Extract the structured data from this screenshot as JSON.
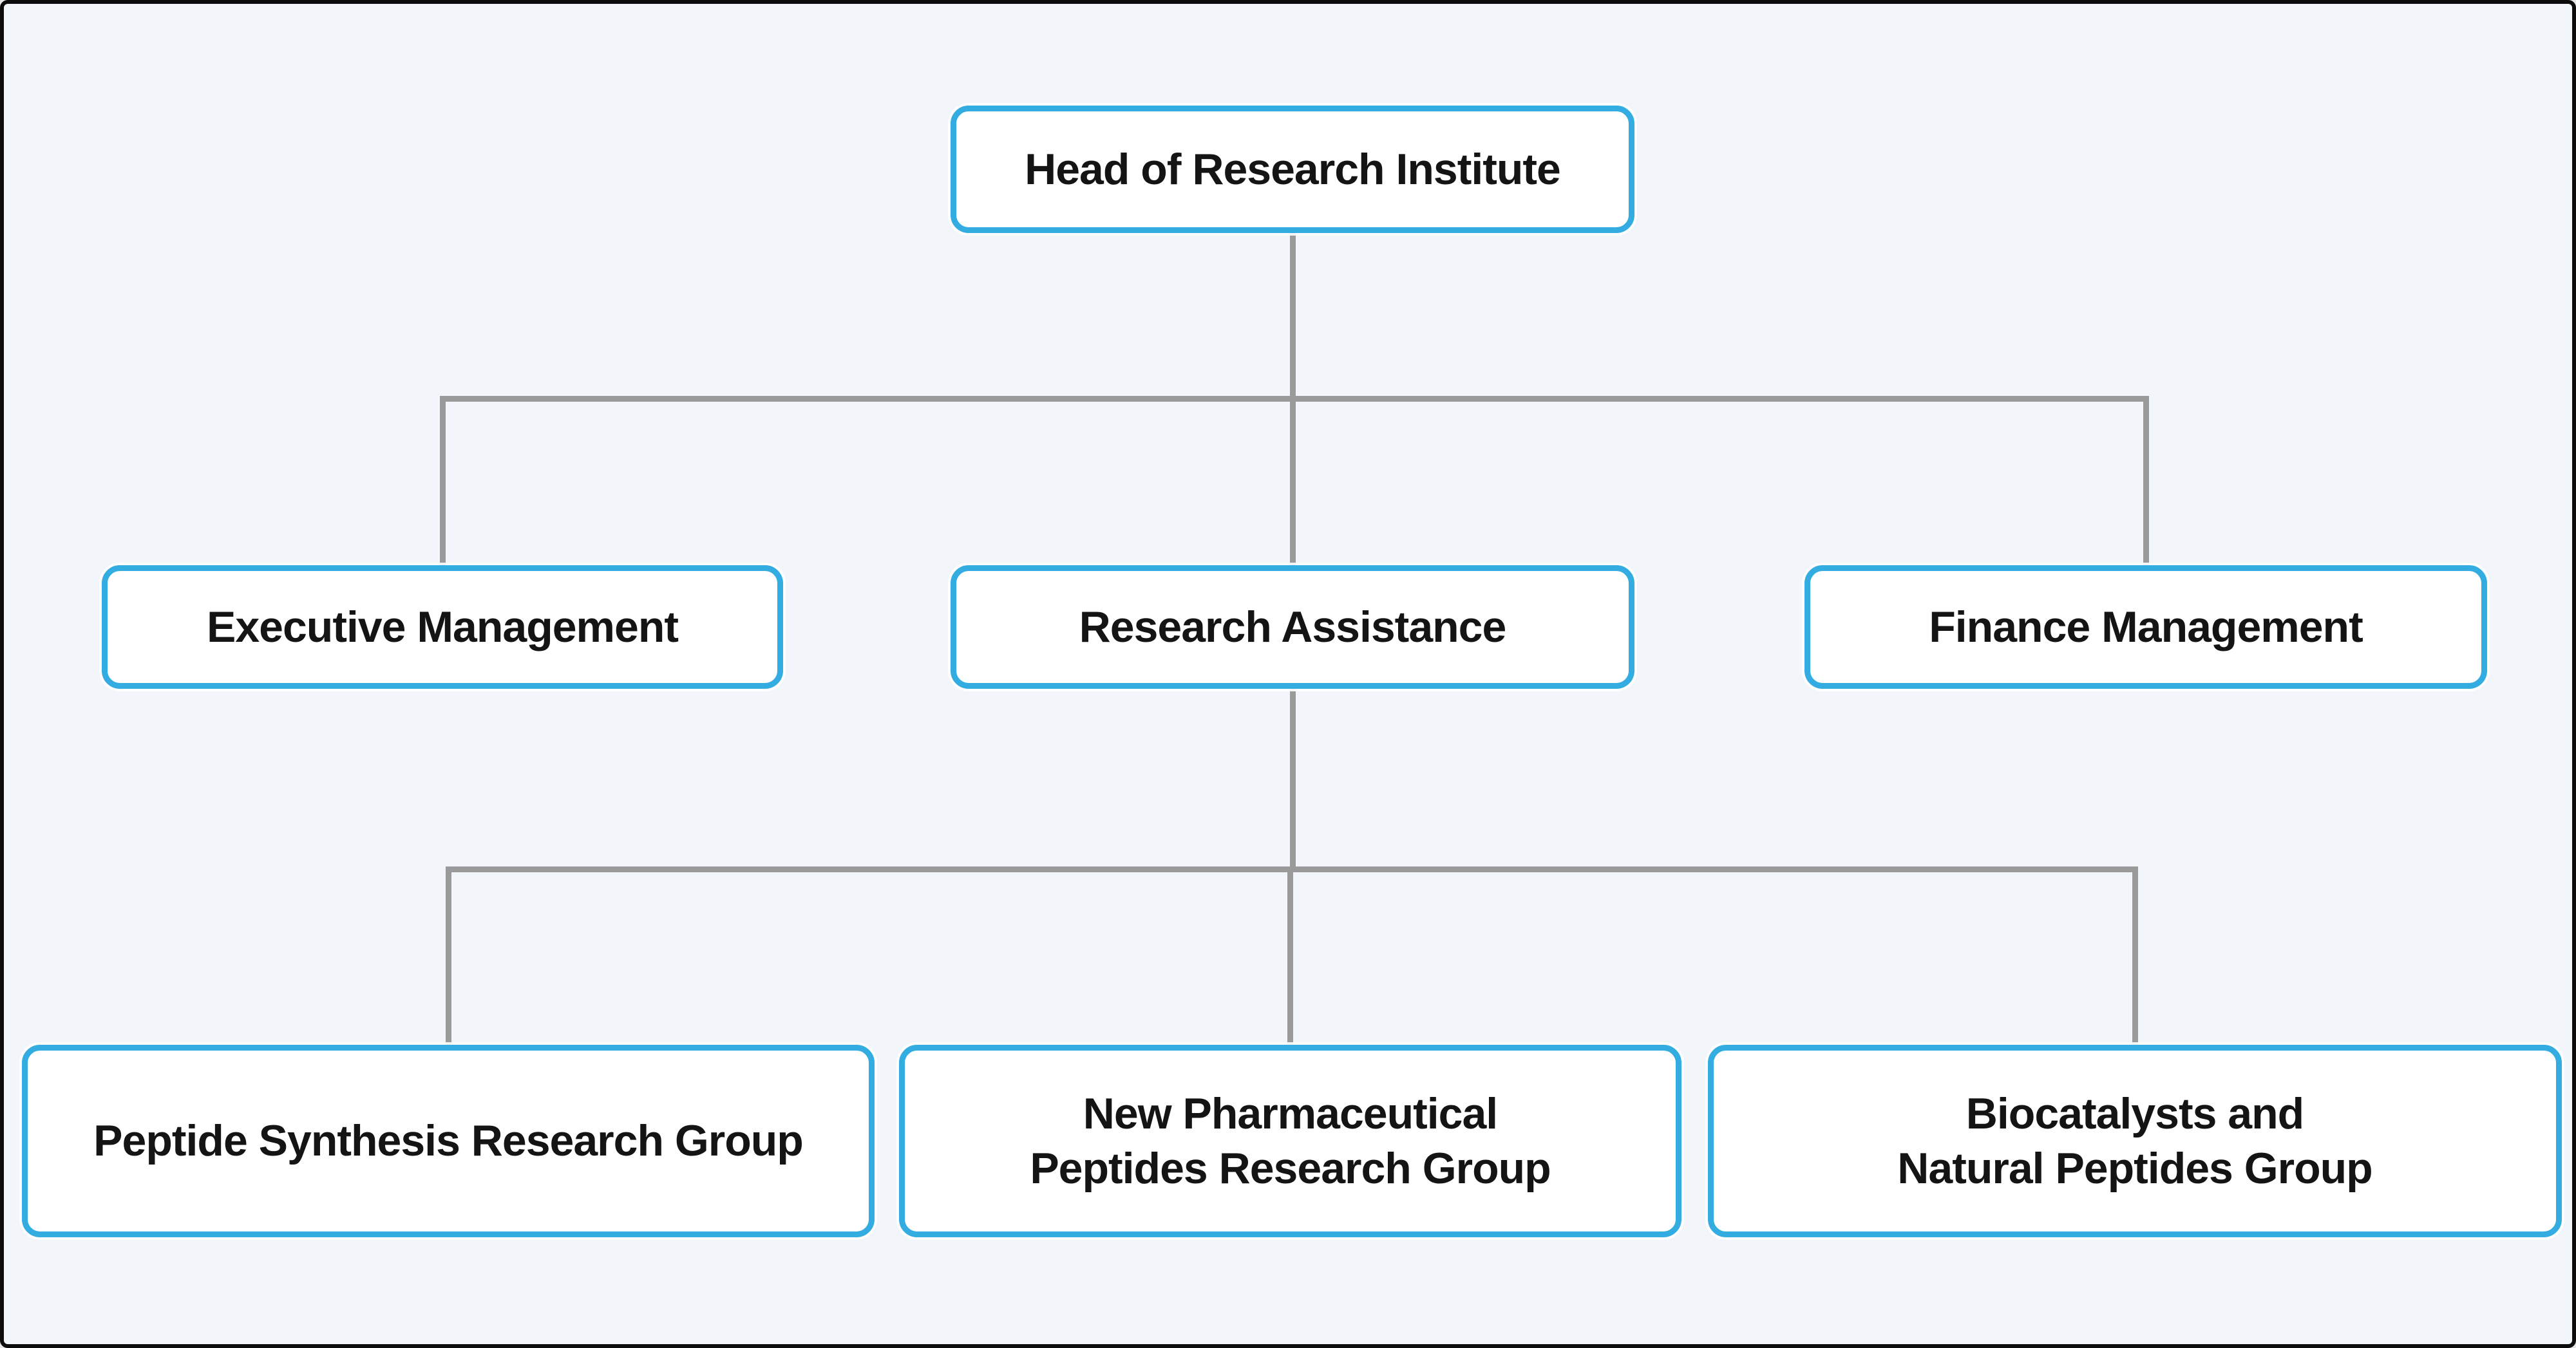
{
  "diagram": {
    "type": "org-chart",
    "colors": {
      "background": "#F2F6FB",
      "node_fill": "#FFFFFF",
      "node_border": "#33ACE2",
      "connector": "#9A9A9A",
      "text": "#141414",
      "outer_frame": "#0C0C0C"
    },
    "nodes": {
      "head": {
        "label": "Head of Research Institute"
      },
      "exec": {
        "label": "Executive Management"
      },
      "research": {
        "label": "Research Assistance"
      },
      "finance": {
        "label": "Finance Management"
      },
      "peptide": {
        "label": "Peptide Synthesis Research Group"
      },
      "pharma": {
        "label": "New Pharmaceutical\nPeptides Research Group"
      },
      "bio": {
        "label": "Biocatalysts and\nNatural Peptides Group"
      }
    },
    "edges": [
      {
        "from": "head",
        "to": "exec"
      },
      {
        "from": "head",
        "to": "research"
      },
      {
        "from": "head",
        "to": "finance"
      },
      {
        "from": "research",
        "to": "peptide"
      },
      {
        "from": "research",
        "to": "pharma"
      },
      {
        "from": "research",
        "to": "bio"
      }
    ]
  }
}
